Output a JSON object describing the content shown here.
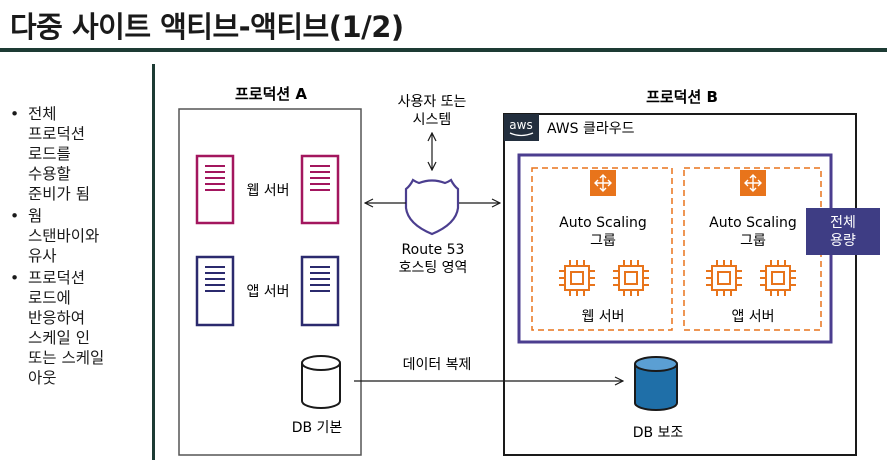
{
  "title": "다중 사이트 액티브-액티브(1/2)",
  "bullets": [
    "전체\n프로덕션\n로드를\n수용할\n준비가 됨",
    "웜\n스탠바이와\n유사",
    "프로덕션\n로드에\n반응하여\n스케일 인\n또는 스케일\n아웃"
  ],
  "production_a": {
    "title": "프로덕션 A",
    "web_server_label": "웹 서버",
    "app_server_label": "앱 서버",
    "db_label": "DB 기본"
  },
  "middle": {
    "users_label_line1": "사용자 또는",
    "users_label_line2": "시스템",
    "route53_line1": "Route 53",
    "route53_line2": "호스팅 영역",
    "replication_label": "데이터 복제"
  },
  "production_b": {
    "title": "프로덕션 B",
    "aws_logo_text": "aws",
    "cloud_label": "AWS 클라우드",
    "asg_line1": "Auto Scaling",
    "asg_line2": "그룹",
    "web_server_label": "웹 서버",
    "app_server_label": "앱 서버",
    "capacity_badge_line1": "전체",
    "capacity_badge_line2": "용량",
    "db_label": "DB 보조"
  },
  "colors": {
    "web_server": "#a3165e",
    "app_server": "#2b2a6e",
    "orange": "#e8741b",
    "purple": "#4b3e8f",
    "db_blue": "#1f6fa8",
    "badge_bg": "#3e3d84"
  }
}
